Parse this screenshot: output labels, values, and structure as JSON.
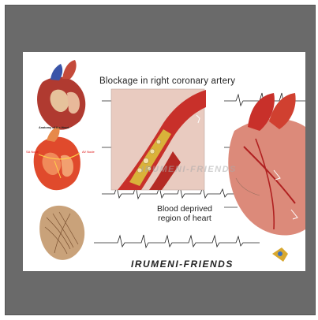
{
  "slide": {
    "heading": "Blockage in right coronary artery",
    "callout_line1": "Blood deprived",
    "callout_line2": "region of heart",
    "watermark": "IRUMENI-FRIENDS",
    "anatomy_caption": "Anatomy of the Heart",
    "sa_node_label": "SA Node",
    "av_node_label": "AV Node"
  },
  "colors": {
    "player_bg": "#6a6a6a",
    "muscle_red": "#c8302a",
    "plaque_yellow": "#d9b23a",
    "ecg_line": "#222222"
  }
}
